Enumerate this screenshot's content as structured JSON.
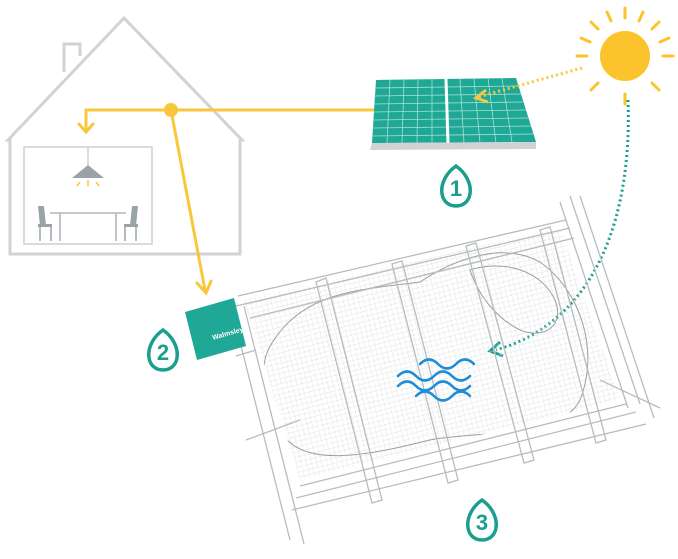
{
  "colors": {
    "house_outline": "#cfd3d5",
    "power_line": "#f9c73c",
    "sun": "#fbc42d",
    "teal": "#1a9e8e",
    "panel": "#1fa896",
    "panel_grid": "#a6e0d6",
    "water": "#1f8ed6",
    "cover_line": "#b7bcbf",
    "pool_mesh": "#dadcdd"
  },
  "icons": {
    "sun": "sun-icon",
    "lamp": "ceiling-lamp-icon",
    "water": "water-waves-icon"
  },
  "markers": [
    {
      "number": "1"
    },
    {
      "number": "2"
    },
    {
      "number": "3"
    }
  ],
  "controller": {
    "brand": "Walmsley"
  }
}
